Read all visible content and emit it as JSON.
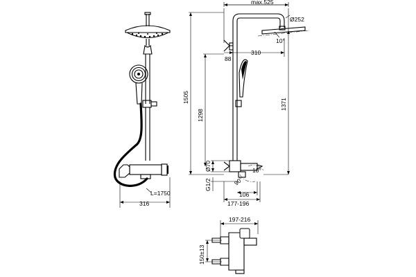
{
  "dimensions": {
    "max_width": "max.525",
    "head_diameter": "Ø252",
    "head_angle": "10°",
    "wall_offset": "88",
    "arm_length": "310",
    "total_height": "1505",
    "mixer_height": "1298",
    "head_height": "1371",
    "connection_diameter": "Ø70",
    "thread": "G1/2",
    "spout_angle_a": "90°",
    "spout_angle_b": "10°",
    "spout_length": "106",
    "mixer_depth": "177-196",
    "hose_length": "L=1750",
    "front_width": "316",
    "centers_range": "197-216",
    "centers_distance": "150±13"
  },
  "colors": {
    "line": "#000000",
    "background": "#ffffff"
  }
}
